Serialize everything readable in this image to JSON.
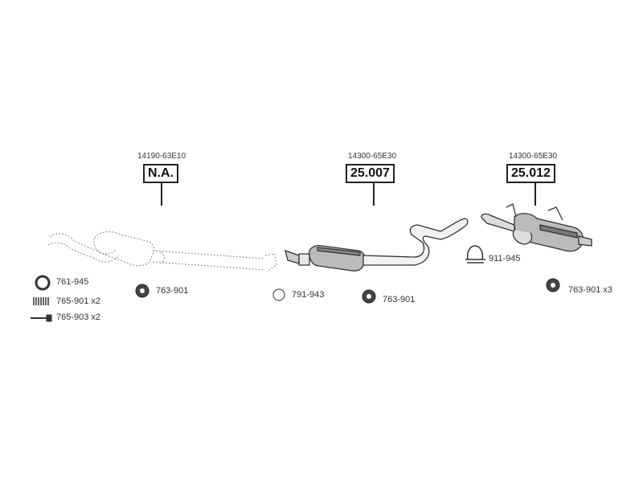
{
  "parts": {
    "front": {
      "oem": "14190-63E10",
      "part": "N.A."
    },
    "middle": {
      "oem": "14300-65E30",
      "part": "25.007"
    },
    "rear": {
      "oem": "14300-65E30",
      "part": "25.012"
    }
  },
  "accessories": {
    "gasket": "761-945",
    "spring": "765-901 x2",
    "bolt": "765-903 x2",
    "hanger_front": "763-901",
    "ring_middle": "791-943",
    "hanger_middle": "763-901",
    "clamp": "911-945",
    "hanger_rear": "763-901 x3"
  }
}
